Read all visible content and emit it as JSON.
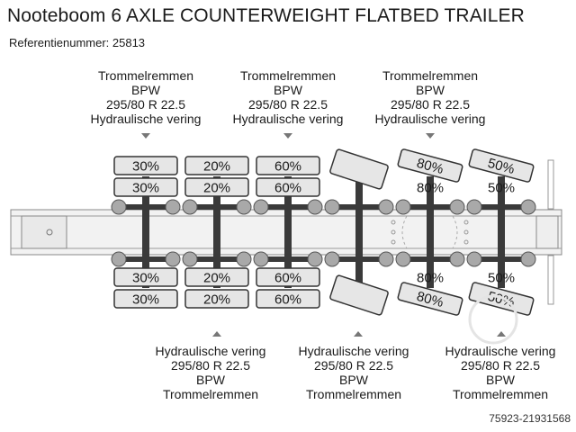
{
  "header": {
    "title": "Nooteboom 6 AXLE COUNTERWEIGHT FLATBED TRAILER",
    "reference": "Referentienummer: 25813"
  },
  "axle_groups": [
    {
      "lines": [
        "Trommelremmen",
        "BPW",
        "295/80 R 22.5",
        "Hydraulische vering"
      ]
    },
    {
      "lines": [
        "Trommelremmen",
        "BPW",
        "295/80 R 22.5",
        "Hydraulische vering"
      ]
    },
    {
      "lines": [
        "Trommelremmen",
        "BPW",
        "295/80 R 22.5",
        "Hydraulische vering"
      ]
    }
  ],
  "bottom_groups": [
    {
      "lines": [
        "Hydraulische vering",
        "295/80 R 22.5",
        "BPW",
        "Trommelremmen"
      ]
    },
    {
      "lines": [
        "Hydraulische vering",
        "295/80 R 22.5",
        "BPW",
        "Trommelremmen"
      ]
    },
    {
      "lines": [
        "Hydraulische vering",
        "295/80 R 22.5",
        "BPW",
        "Trommelremmen"
      ]
    }
  ],
  "axles": [
    {
      "tread": [
        "30%",
        "30%",
        "30%",
        "30%"
      ]
    },
    {
      "tread": [
        "20%",
        "20%",
        "20%",
        "20%"
      ]
    },
    {
      "tread": [
        "60%",
        "60%",
        "60%",
        "60%"
      ]
    },
    {
      "tread": [
        "",
        "",
        "",
        ""
      ]
    },
    {
      "tread": [
        "80%",
        "80%",
        "80%",
        "80%"
      ]
    },
    {
      "tread": [
        "50%",
        "50%",
        "50%",
        "50%"
      ]
    }
  ],
  "footer": {
    "code": "75923-21931568"
  },
  "colors": {
    "tyre_fill": "#e6e6e6",
    "tyre_stroke": "#333333",
    "axle": "#3a3a3a",
    "hub": "#a9a9a9",
    "chassis": "#f2f2f2",
    "arrow": "#777777"
  }
}
